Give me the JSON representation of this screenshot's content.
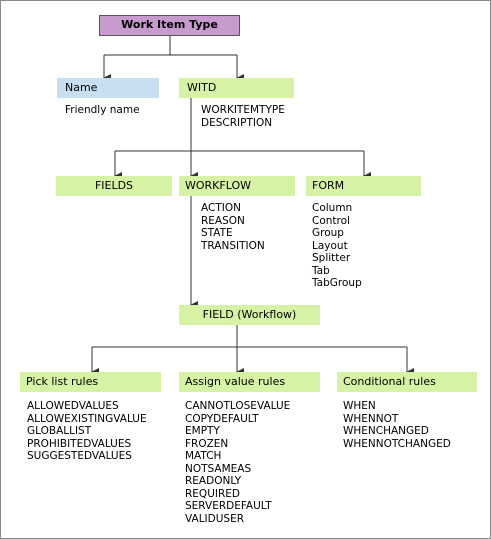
{
  "root": "Work Item Type",
  "name_box": {
    "label": "Name",
    "desc": "Friendly name"
  },
  "witd_box": {
    "label": "WITD",
    "items": [
      "WORKITEMTYPE",
      "DESCRIPTION"
    ]
  },
  "fields_box": {
    "label": "FIELDS"
  },
  "workflow_box": {
    "label": "WORKFLOW",
    "items": [
      "ACTION",
      "REASON",
      "STATE",
      "TRANSITION"
    ]
  },
  "form_box": {
    "label": "FORM",
    "items": [
      "Column",
      "Control",
      "Group",
      "Layout",
      "Splitter",
      "Tab",
      "TabGroup"
    ]
  },
  "field_workflow_box": {
    "label": "FIELD (Workflow)"
  },
  "picklist_box": {
    "label": "Pick list rules",
    "items": [
      "ALLOWEDVALUES",
      "ALLOWEXISTINGVALUE",
      "GLOBALLIST",
      "PROHIBITEDVALUES",
      "SUGGESTEDVALUES"
    ]
  },
  "assign_box": {
    "label": "Assign value rules",
    "items": [
      "CANNOTLOSEVALUE",
      "COPYDEFAULT",
      "EMPTY",
      "FROZEN",
      "MATCH",
      "NOTSAMEAS",
      "READONLY",
      "REQUIRED",
      "SERVERDEFAULT",
      "VALIDUSER"
    ]
  },
  "conditional_box": {
    "label": "Conditional rules",
    "items": [
      "WHEN",
      "WHENNOT",
      "WHENCHANGED",
      "WHENNOTCHANGED"
    ]
  },
  "colors": {
    "green_box": "#d6f2a4",
    "blue_box": "#c8dff0",
    "purple_box": "#c89bcf",
    "line": "#333333"
  }
}
